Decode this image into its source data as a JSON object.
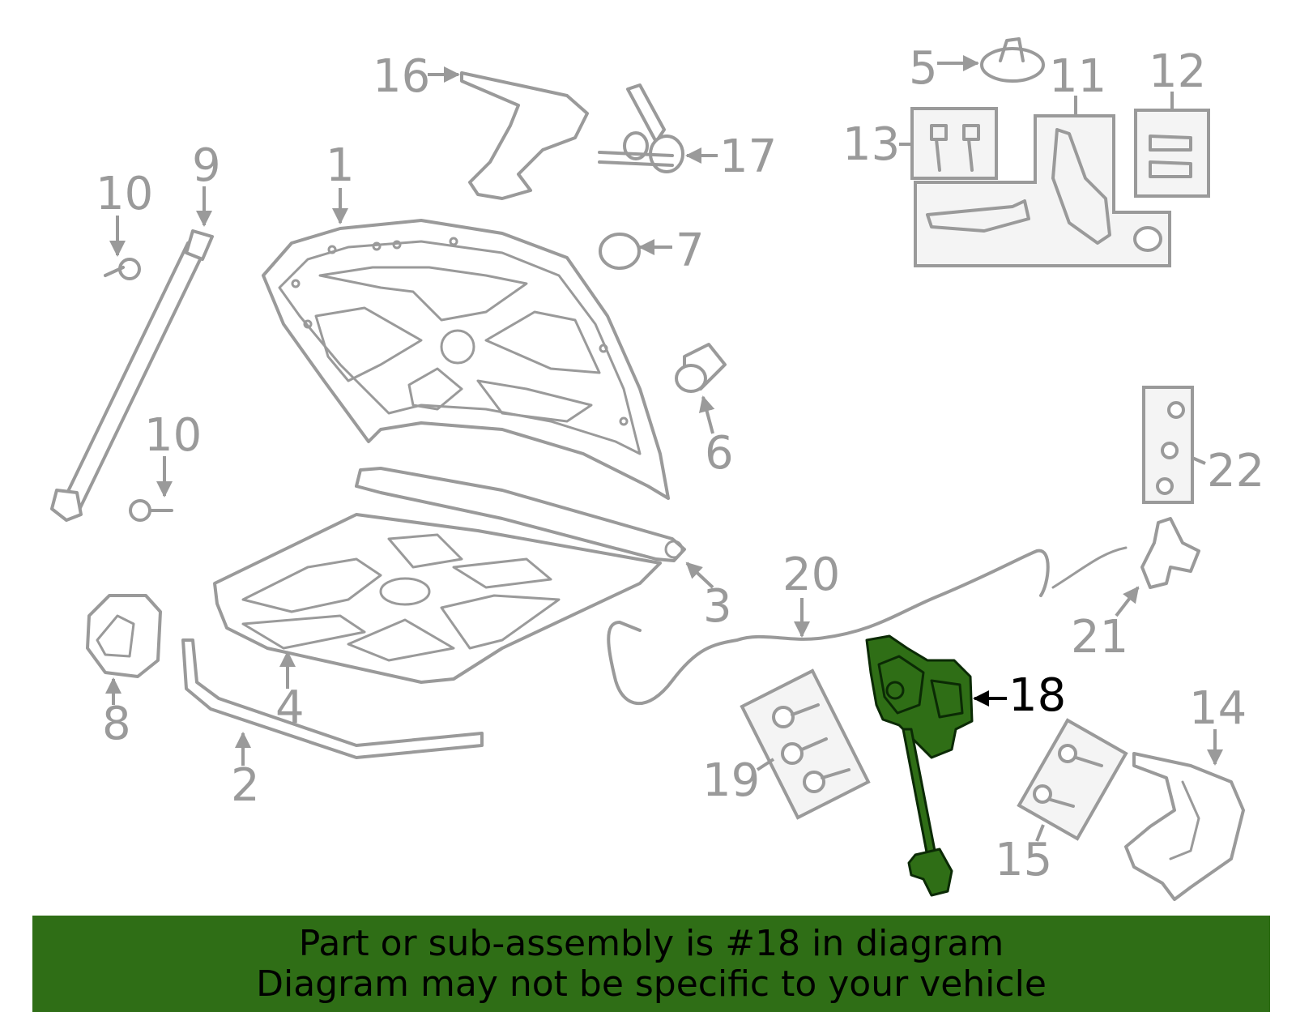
{
  "callouts": {
    "c1": "1",
    "c2": "2",
    "c3": "3",
    "c4": "4",
    "c5": "5",
    "c6": "6",
    "c7": "7",
    "c8": "8",
    "c9": "9",
    "c10a": "10",
    "c10b": "10",
    "c11": "11",
    "c12": "12",
    "c13": "13",
    "c14": "14",
    "c15": "15",
    "c16": "16",
    "c17": "17",
    "c18": "18",
    "c19": "19",
    "c20": "20",
    "c21": "21",
    "c22": "22"
  },
  "highlighted_part": "18",
  "colors": {
    "highlight": "#2f6e16",
    "outline": "#9a9a9a",
    "banner": "#2f6e16"
  },
  "banner": {
    "line1": "Part or sub-assembly is #18 in diagram",
    "line2": "Diagram may not be specific to your vehicle"
  }
}
